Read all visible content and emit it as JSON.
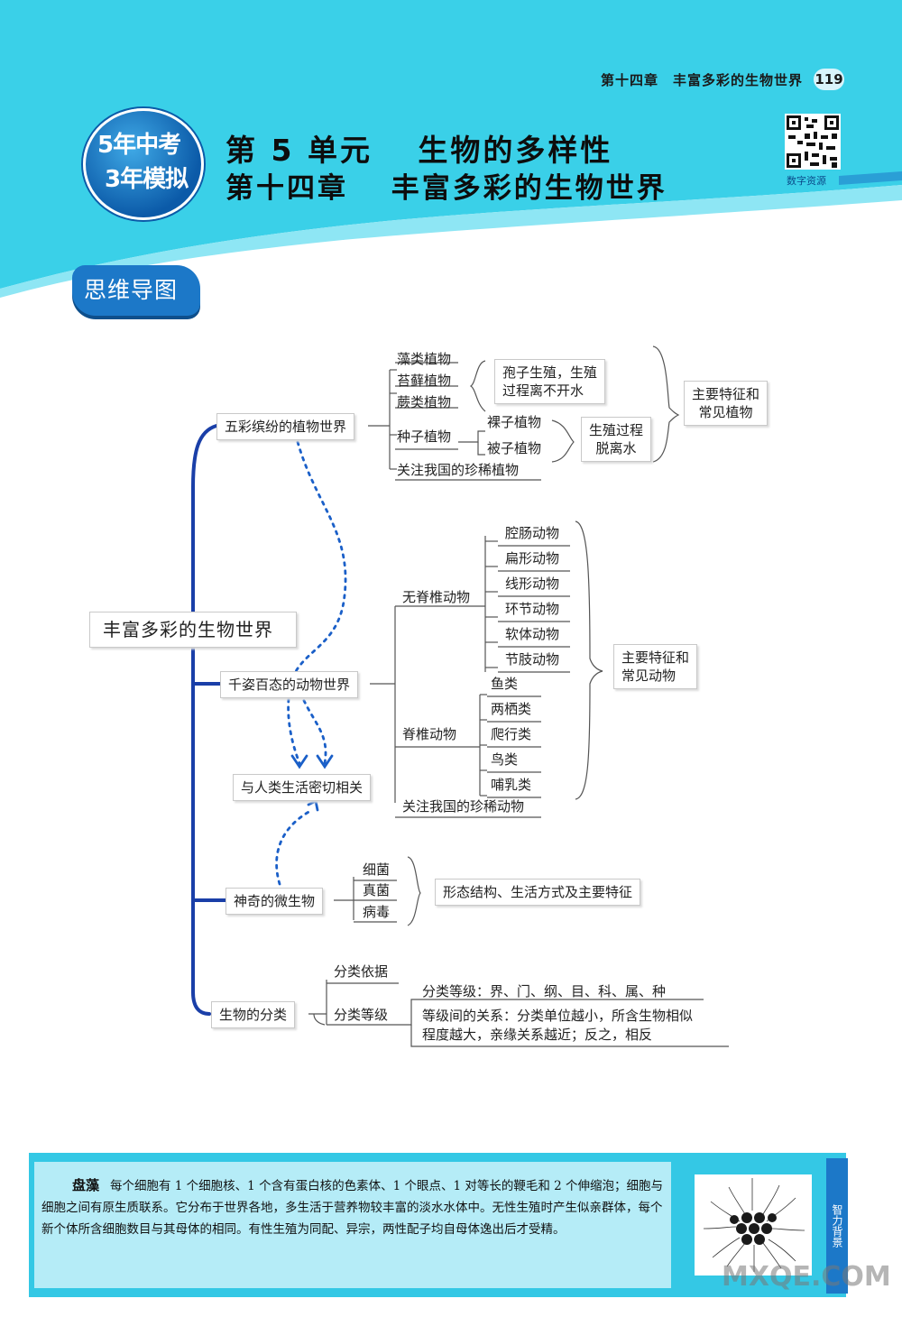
{
  "header": {
    "running_head": "第十四章　丰富多彩的生物世界",
    "page_number": "119",
    "logo_line1": "5年中考",
    "logo_line2": "3年模拟",
    "unit_title": "第 5 单元　 生物的多样性",
    "chapter_title": "第十四章　 丰富多彩的生物世界",
    "qr_caption": "数字资源",
    "section_tab": "思维导图",
    "colors": {
      "banner": "#3ad0e8",
      "tab": "#1c78c8"
    }
  },
  "mindmap": {
    "root": "丰富多彩的生物世界",
    "plants": {
      "label": "五彩缤纷的植物世界",
      "spore_plants": [
        "藻类植物",
        "苔藓植物",
        "蕨类植物"
      ],
      "spore_feature": [
        "孢子生殖，生殖",
        "过程离不开水"
      ],
      "seed_plants": "种子植物",
      "seed_types": [
        "裸子植物",
        "被子植物"
      ],
      "seed_feature": [
        "生殖过程",
        "脱离水"
      ],
      "rare": "关注我国的珍稀植物",
      "summary": [
        "主要特征和",
        "常见植物"
      ]
    },
    "animals": {
      "label": "千姿百态的动物世界",
      "invertebrates": "无脊椎动物",
      "invertebrate_types": [
        "腔肠动物",
        "扁形动物",
        "线形动物",
        "环节动物",
        "软体动物",
        "节肢动物"
      ],
      "vertebrates": "脊椎动物",
      "vertebrate_types": [
        "鱼类",
        "两栖类",
        "爬行类",
        "鸟类",
        "哺乳类"
      ],
      "rare": "关注我国的珍稀动物",
      "summary": [
        "主要特征和",
        "常见动物"
      ]
    },
    "human": "与人类生活密切相关",
    "microbes": {
      "label": "神奇的微生物",
      "types": [
        "细菌",
        "真菌",
        "病毒"
      ],
      "feature": "形态结构、生活方式及主要特征"
    },
    "classification": {
      "label": "生物的分类",
      "basis": "分类依据",
      "levels": "分类等级",
      "level_list": "分类等级：界、门、纲、目、科、属、种",
      "relation_line1": "等级间的关系：分类单位越小，所含生物相似",
      "relation_line2": "程度越大，亲缘关系越近；反之，相反"
    }
  },
  "note": {
    "title": "盘藻",
    "text": "每个细胞有 1 个细胞核、1 个含有蛋白核的色素体、1 个眼点、1 对等长的鞭毛和 2 个伸缩泡；细胞与细胞之间有原生质联系。它分布于世界各地，多生活于营养物较丰富的淡水水体中。无性生殖时产生似亲群体，每个新个体所含细胞数目与其母体的相同。有性生殖为同配、异宗，两性配子均自母体逸出后才受精。",
    "side_label": "智力背景"
  },
  "watermark": "MXQE.COM"
}
